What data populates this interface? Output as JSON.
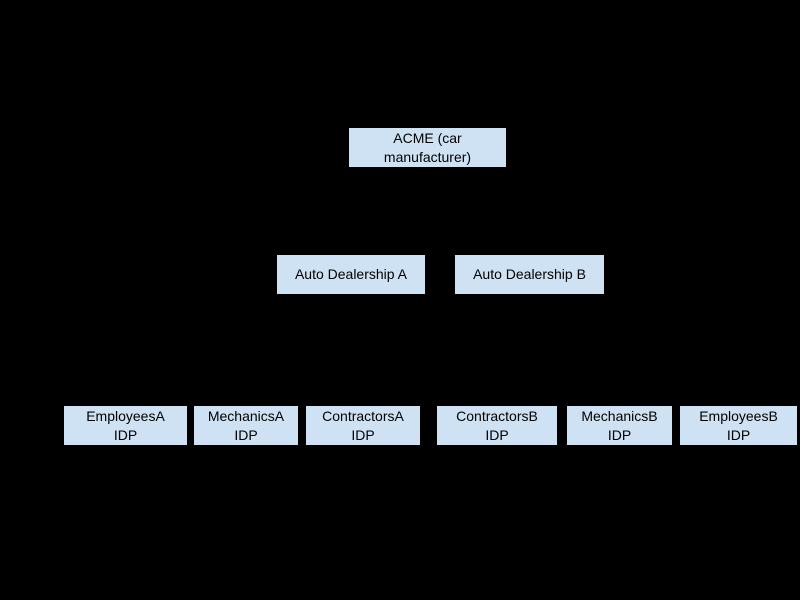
{
  "diagram": {
    "type": "hierarchy",
    "colors": {
      "background": "#000000",
      "node_fill": "#cfe2f3",
      "node_border": "#000000",
      "node_text": "#000000"
    },
    "nodes": {
      "acme": {
        "lines": [
          "ACME (car",
          "manufacturer)"
        ]
      },
      "dealership_a": {
        "lines": [
          "Auto Dealership A"
        ]
      },
      "dealership_b": {
        "lines": [
          "Auto Dealership B"
        ]
      },
      "employees_a": {
        "lines": [
          "EmployeesA",
          "IDP"
        ]
      },
      "mechanics_a": {
        "lines": [
          "MechanicsA",
          "IDP"
        ]
      },
      "contractors_a": {
        "lines": [
          "ContractorsA",
          "IDP"
        ]
      },
      "contractors_b": {
        "lines": [
          "ContractorsB",
          "IDP"
        ]
      },
      "mechanics_b": {
        "lines": [
          "MechanicsB",
          "IDP"
        ]
      },
      "employees_b": {
        "lines": [
          "EmployeesB",
          "IDP"
        ]
      }
    }
  }
}
